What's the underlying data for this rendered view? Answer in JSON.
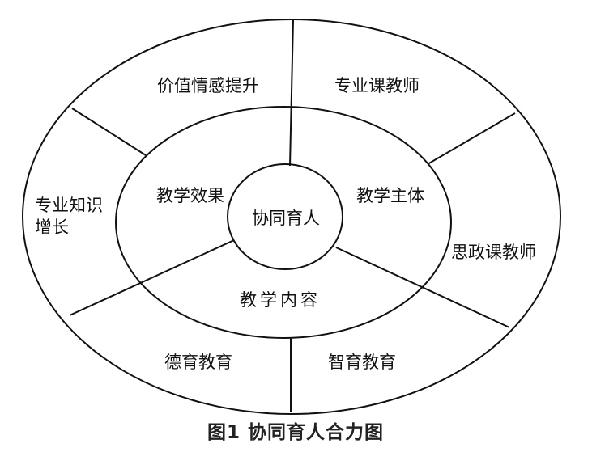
{
  "diagram": {
    "center": {
      "label": "协同育人"
    },
    "middle_ring": {
      "effect": "教学效果",
      "subject": "教学主体",
      "content": "教学内容"
    },
    "outer_ring": {
      "value": "价值情感提升",
      "major_teacher": "专业课教师",
      "knowledge_line1": "专业知识",
      "knowledge_line2": "增长",
      "ideology_teacher": "思政课教师",
      "moral": "德育教育",
      "intellect": "智育教育"
    },
    "caption": "图1  协同育人合力图",
    "colors": {
      "line": "#111111",
      "background": "#ffffff"
    }
  }
}
